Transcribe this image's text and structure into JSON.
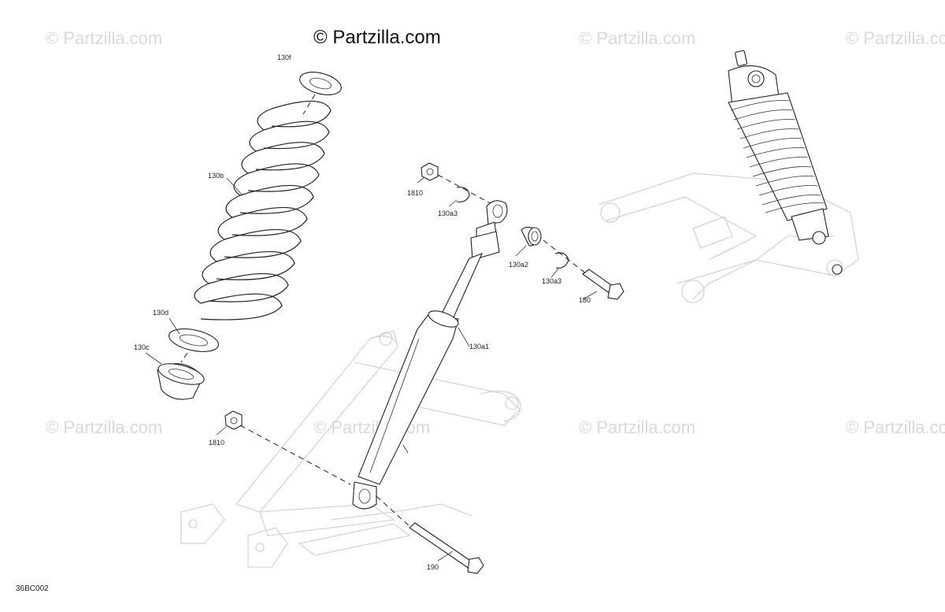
{
  "watermarks": {
    "main": "© Partzilla.com",
    "faint": "© Partzilla.com"
  },
  "callouts": {
    "c130f": "130f",
    "c130b": "130b",
    "c130d": "130d",
    "c130c": "130c",
    "c1810_top": "1810",
    "c130a3_left": "130a3",
    "c130a2": "130a2",
    "c130a3_right": "130a3",
    "c180": "180",
    "c130a1": "130a1",
    "c1810_bottom": "1810",
    "c190": "190"
  },
  "diagram_code": "36BC002"
}
